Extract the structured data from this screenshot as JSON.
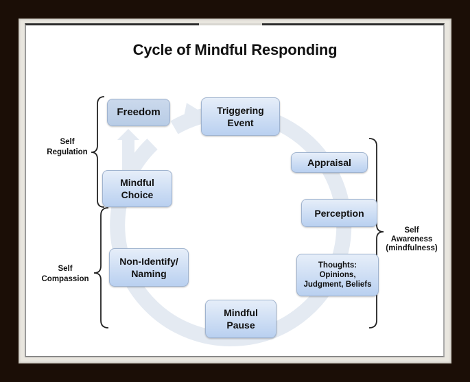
{
  "title": "Cycle of Mindful Responding",
  "nodes": {
    "freedom": "Freedom",
    "triggering_event": "Triggering\nEvent",
    "appraisal": "Appraisal",
    "perception": "Perception",
    "thoughts": "Thoughts:\nOpinions,\nJudgment, Beliefs",
    "mindful_pause": "Mindful\nPause",
    "non_identify": "Non-Identify/\nNaming",
    "mindful_choice": "Mindful\nChoice"
  },
  "groups": {
    "self_regulation": "Self\nRegulation",
    "self_compassion": "Self\nCompassion",
    "self_awareness": "Self\nAwareness\n(mindfulness)"
  },
  "colors": {
    "frame": "#1b0e06",
    "box_fill_top": "#e6eef9",
    "box_fill_bottom": "#b9d0f0",
    "cycle_band": "#e4eaf2"
  }
}
